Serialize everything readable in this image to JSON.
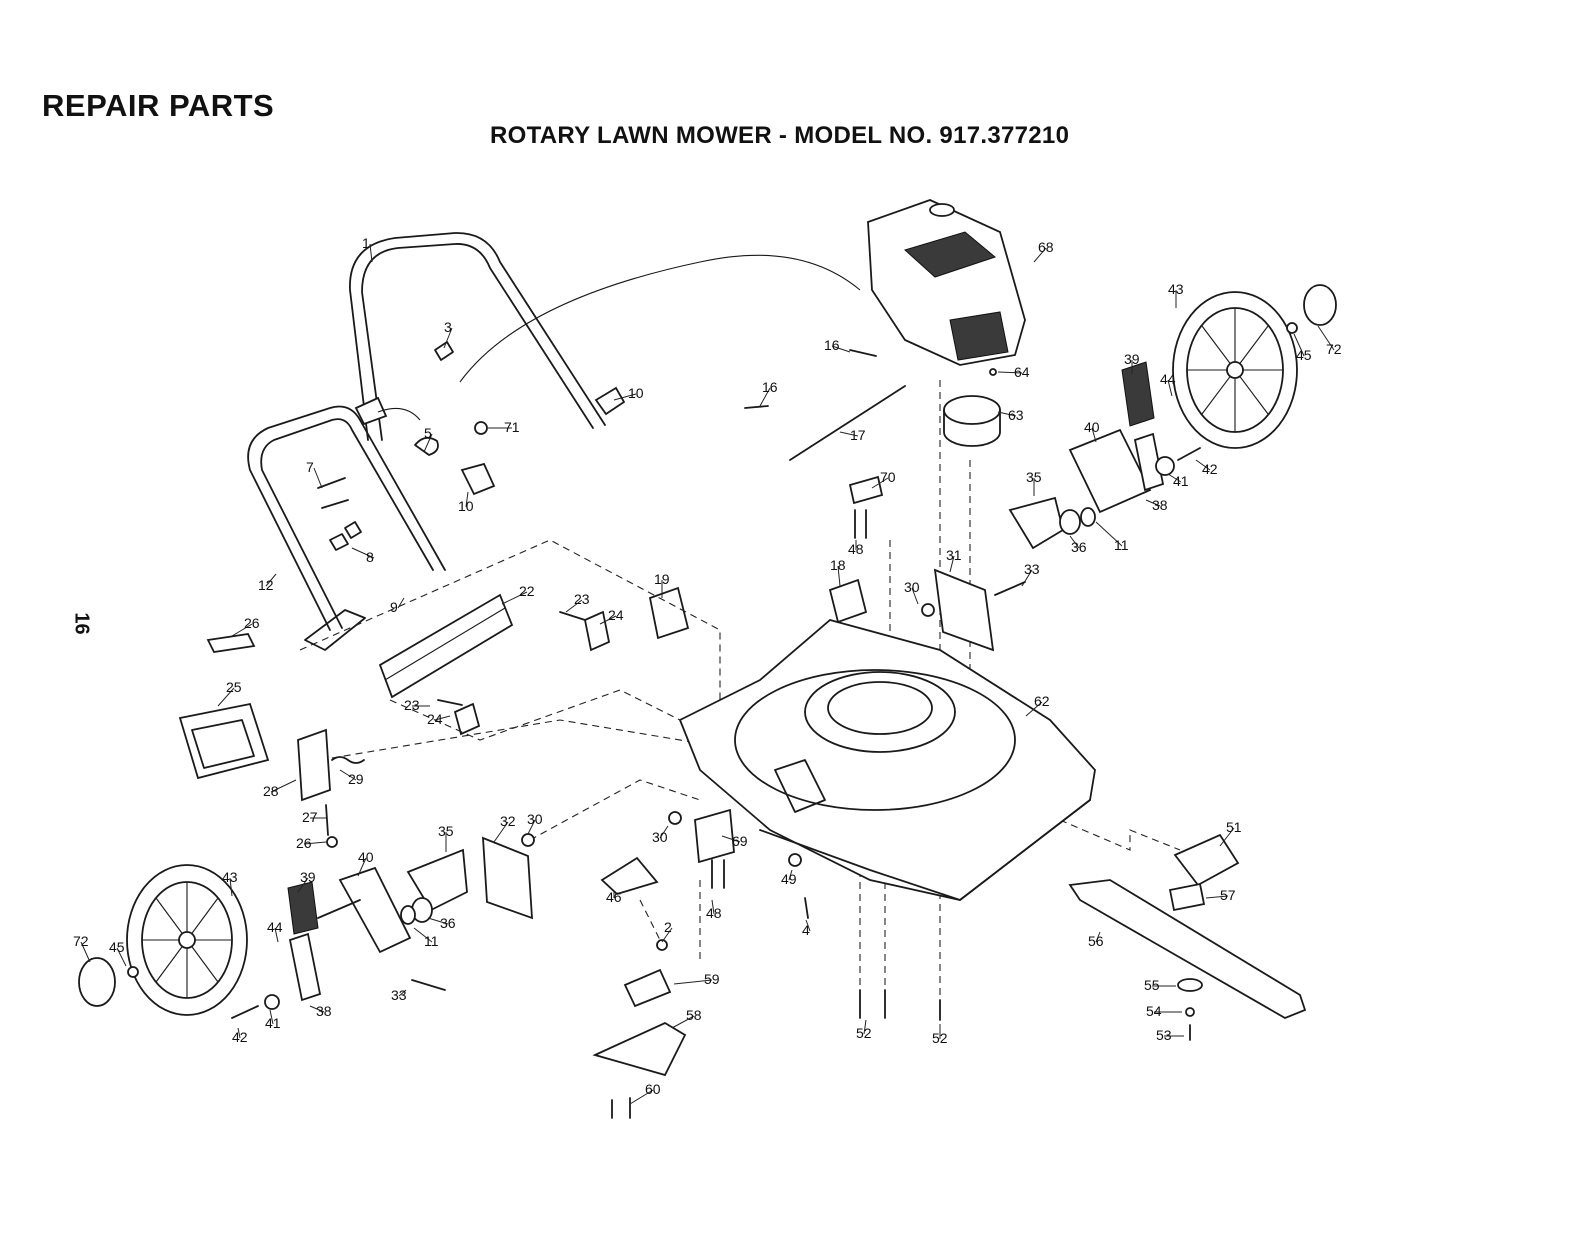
{
  "header": {
    "title": "REPAIR PARTS",
    "subtitle": "ROTARY LAWN MOWER - MODEL NO. 917.377210"
  },
  "page_number": "16",
  "callouts": [
    {
      "label": "1",
      "part": "upper-handle"
    },
    {
      "label": "3",
      "part": "cable-clip"
    },
    {
      "label": "5",
      "part": "cable-clip"
    },
    {
      "label": "7",
      "part": "handle-bolt"
    },
    {
      "label": "8",
      "part": "handle-knob"
    },
    {
      "label": "9",
      "part": "handle-bracket"
    },
    {
      "label": "10",
      "part": "handle-knob-upper"
    },
    {
      "label": "10",
      "part": "handle-knob-lower"
    },
    {
      "label": "12",
      "part": "lower-handle"
    },
    {
      "label": "71",
      "part": "nut"
    },
    {
      "label": "16",
      "part": "screw-upper"
    },
    {
      "label": "16",
      "part": "screw-lower"
    },
    {
      "label": "17",
      "part": "throttle-rod"
    },
    {
      "label": "68",
      "part": "engine"
    },
    {
      "label": "64",
      "part": "engine-screw"
    },
    {
      "label": "63",
      "part": "engine-adapter"
    },
    {
      "label": "70",
      "part": "bracket"
    },
    {
      "label": "48",
      "part": "bolt-upper"
    },
    {
      "label": "43",
      "part": "rear-wheel"
    },
    {
      "label": "45",
      "part": "wheel-nut-right"
    },
    {
      "label": "72",
      "part": "hubcap-right"
    },
    {
      "label": "39",
      "part": "height-adjuster-right"
    },
    {
      "label": "44",
      "part": "spring-right"
    },
    {
      "label": "40",
      "part": "height-plate-right"
    },
    {
      "label": "42",
      "part": "wheel-bolt-right"
    },
    {
      "label": "41",
      "part": "washer-right"
    },
    {
      "label": "38",
      "part": "adjuster-bracket-right"
    },
    {
      "label": "35",
      "part": "ratchet-right"
    },
    {
      "label": "36",
      "part": "bushing-right"
    },
    {
      "label": "11",
      "part": "washer-11-right"
    },
    {
      "label": "31",
      "part": "axle-plate-right"
    },
    {
      "label": "33",
      "part": "screw-33-right"
    },
    {
      "label": "30",
      "part": "nut-30-right"
    },
    {
      "label": "18",
      "part": "mount-bracket"
    },
    {
      "label": "19",
      "part": "hinge-bracket"
    },
    {
      "label": "22",
      "part": "rear-baffle"
    },
    {
      "label": "23",
      "part": "bolt-23-upper"
    },
    {
      "label": "24",
      "part": "hinge-24-upper"
    },
    {
      "label": "23",
      "part": "bolt-23-lower"
    },
    {
      "label": "24",
      "part": "hinge-24-lower"
    },
    {
      "label": "26",
      "part": "label"
    },
    {
      "label": "25",
      "part": "grass-bag-frame"
    },
    {
      "label": "28",
      "part": "handle-mount"
    },
    {
      "label": "29",
      "part": "spring-29"
    },
    {
      "label": "27",
      "part": "pin-27"
    },
    {
      "label": "26",
      "part": "nut-26"
    },
    {
      "label": "62",
      "part": "deck"
    },
    {
      "label": "35",
      "part": "ratchet-left"
    },
    {
      "label": "32",
      "part": "axle-plate-left"
    },
    {
      "label": "30",
      "part": "nut-30-left-upper"
    },
    {
      "label": "30",
      "part": "nut-30-left-lower"
    },
    {
      "label": "69",
      "part": "bracket-69"
    },
    {
      "label": "48",
      "part": "bolt-48-lower"
    },
    {
      "label": "49",
      "part": "nut-49"
    },
    {
      "label": "46",
      "part": "chute-plug"
    },
    {
      "label": "40",
      "part": "height-plate-left"
    },
    {
      "label": "39",
      "part": "height-adjuster-left"
    },
    {
      "label": "43",
      "part": "rear-wheel-left"
    },
    {
      "label": "44",
      "part": "spring-left"
    },
    {
      "label": "72",
      "part": "hubcap-left"
    },
    {
      "label": "45",
      "part": "wheel-nut-left"
    },
    {
      "label": "36",
      "part": "bushing-left"
    },
    {
      "label": "11",
      "part": "washer-11-left"
    },
    {
      "label": "33",
      "part": "screw-33-left"
    },
    {
      "label": "41",
      "part": "washer-left"
    },
    {
      "label": "38",
      "part": "adjuster-bracket-left"
    },
    {
      "label": "42",
      "part": "wheel-bolt-left"
    },
    {
      "label": "4",
      "part": "pin-4"
    },
    {
      "label": "2",
      "part": "nut-2"
    },
    {
      "label": "59",
      "part": "deflector-bracket"
    },
    {
      "label": "58",
      "part": "discharge-deflector"
    },
    {
      "label": "60",
      "part": "deflector-screws"
    },
    {
      "label": "52",
      "part": "deck-bolt-left"
    },
    {
      "label": "52",
      "part": "deck-bolt-right"
    },
    {
      "label": "51",
      "part": "blade-adapter"
    },
    {
      "label": "57",
      "part": "key"
    },
    {
      "label": "56",
      "part": "blade"
    },
    {
      "label": "55",
      "part": "blade-washer"
    },
    {
      "label": "54",
      "part": "lock-washer"
    },
    {
      "label": "53",
      "part": "blade-bolt"
    }
  ]
}
